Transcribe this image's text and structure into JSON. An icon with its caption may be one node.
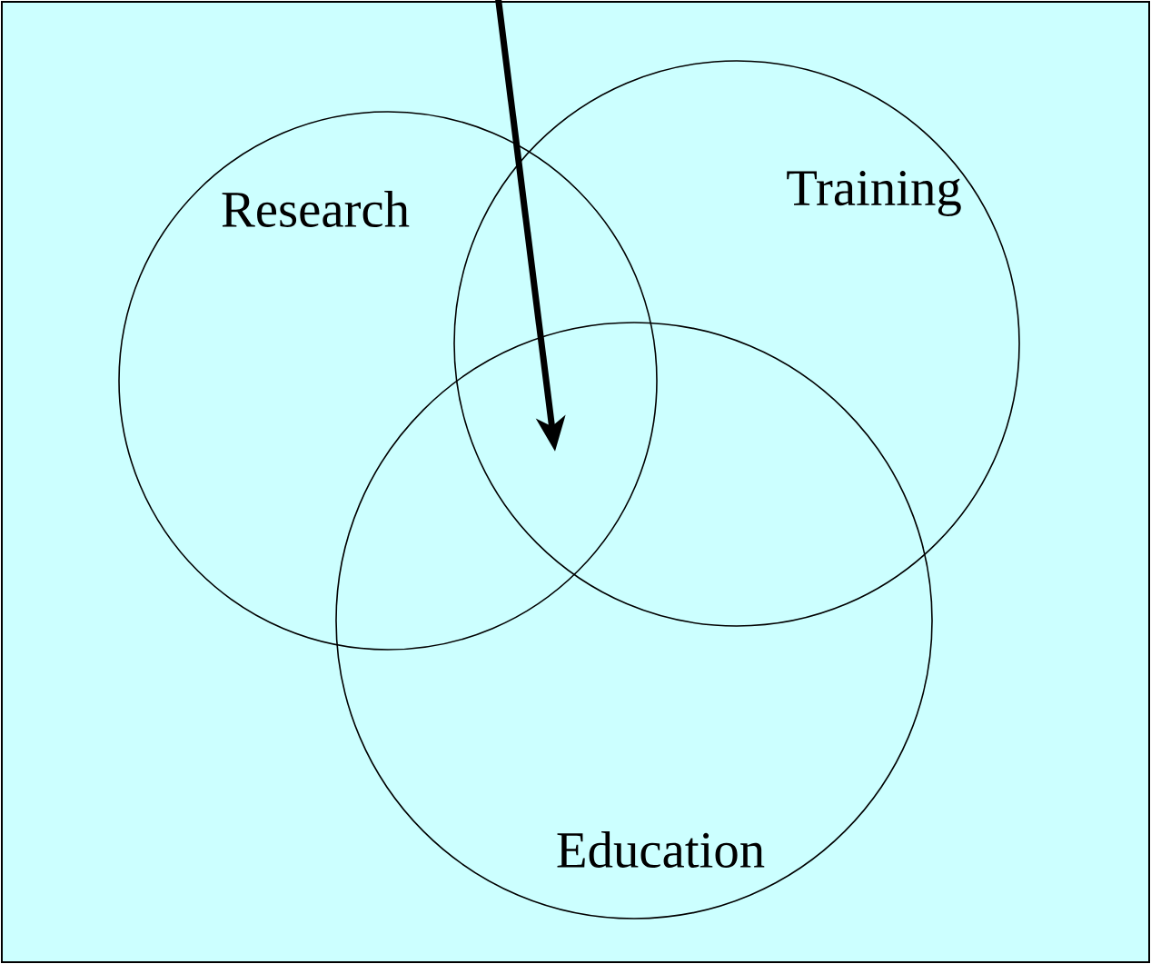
{
  "diagram": {
    "nodes": [
      {
        "text": [
          "Research"
        ]
      },
      {
        "text": [
          "Training"
        ]
      },
      {
        "text": [
          "Education"
        ]
      }
    ]
  }
}
